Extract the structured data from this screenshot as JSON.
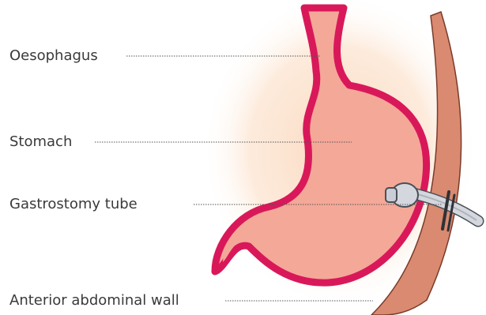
{
  "labels": {
    "oesophagus": "Oesophagus",
    "stomach": "Stomach",
    "gastrostomy_tube": "Gastrostomy tube",
    "abdominal_wall": "Anterior abdominal wall"
  },
  "colors": {
    "stomach_fill": "#f4a898",
    "stomach_outline": "#d9185a",
    "abdominal_wall": "#d98a70",
    "glow": "#fce0c8",
    "tube": "#c9ced6",
    "tube_stroke": "#4a4f57",
    "leader_line": "#555555",
    "text": "#3a3a3a"
  }
}
